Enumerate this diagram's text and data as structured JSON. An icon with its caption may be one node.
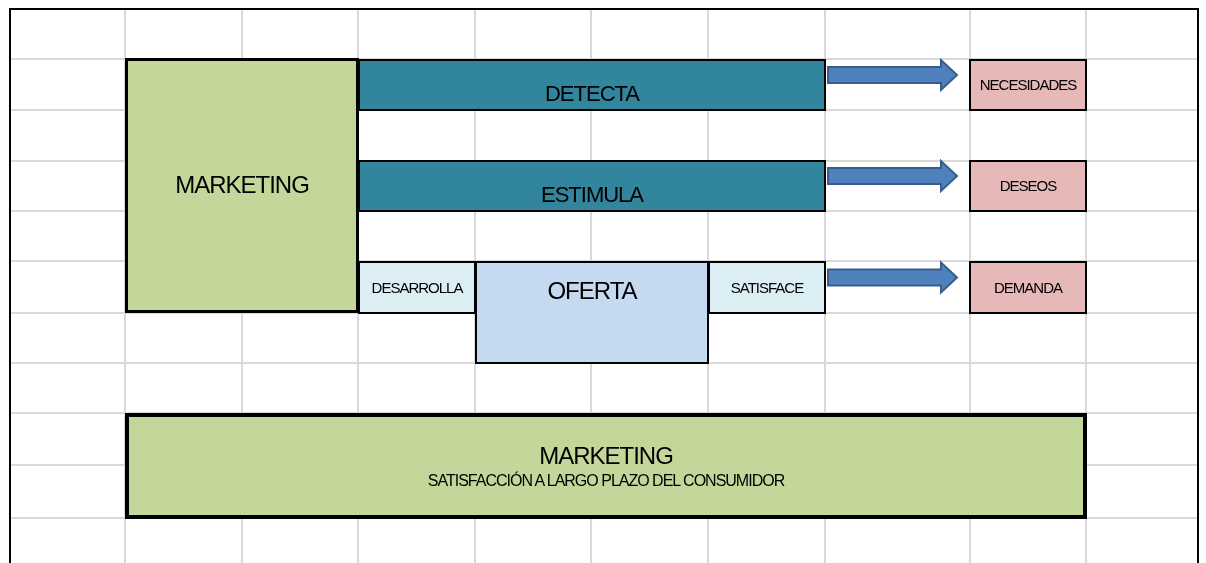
{
  "diagram": {
    "nodes": [
      {
        "text": [
          "MARKETING"
        ]
      },
      {
        "text": [
          "DETECTA"
        ]
      },
      {
        "text": [
          "ESTIMULA"
        ]
      },
      {
        "text": [
          "DESARROLLA"
        ]
      },
      {
        "text": [
          "OFERTA"
        ]
      },
      {
        "text": [
          "SATISFACE"
        ]
      },
      {
        "text": [
          "NECESIDADES"
        ]
      },
      {
        "text": [
          "DESEOS"
        ]
      },
      {
        "text": [
          "DEMANDA"
        ]
      },
      {
        "text": [
          "MARKETING",
          "SATISFACCIÓN A LARGO PLAZO DEL CONSUMIDOR"
        ]
      }
    ],
    "edges": [
      {
        "from": 1,
        "to": 6,
        "arrow": "to"
      },
      {
        "from": 2,
        "to": 7,
        "arrow": "to"
      },
      {
        "from": 5,
        "to": 8,
        "arrow": "to"
      }
    ]
  }
}
